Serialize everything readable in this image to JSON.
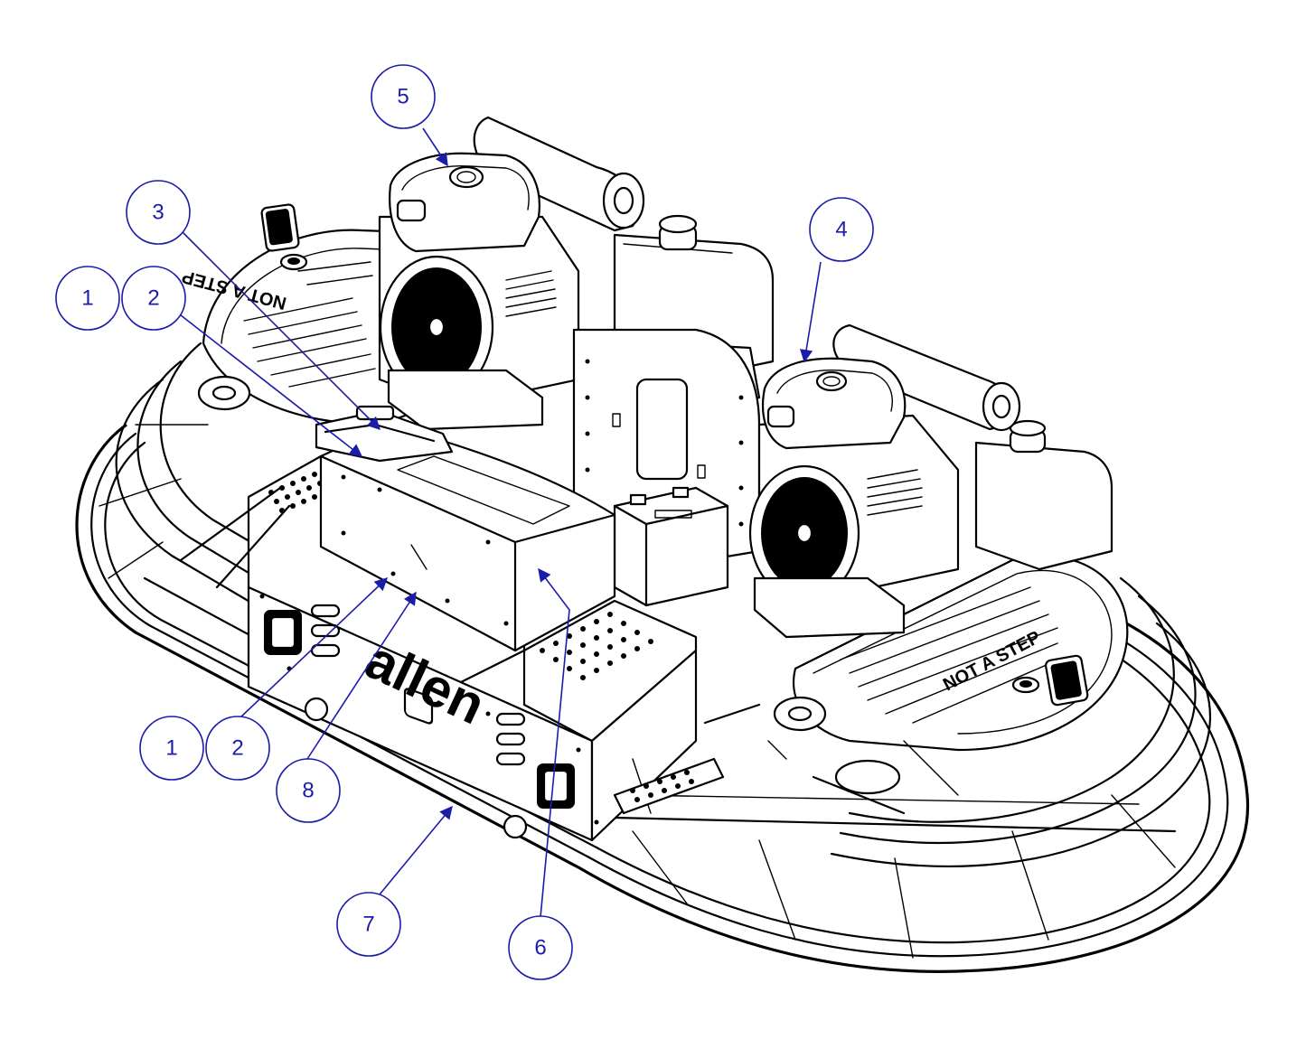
{
  "diagram": {
    "brand_text": "allen",
    "decal_left": "NOT A STEP",
    "decal_right": "NOT A STEP",
    "callouts": [
      {
        "id": "c1a",
        "label": "1"
      },
      {
        "id": "c2a",
        "label": "2"
      },
      {
        "id": "c3",
        "label": "3"
      },
      {
        "id": "c4",
        "label": "4"
      },
      {
        "id": "c5",
        "label": "5"
      },
      {
        "id": "c1b",
        "label": "1"
      },
      {
        "id": "c2b",
        "label": "2"
      },
      {
        "id": "c8",
        "label": "8"
      },
      {
        "id": "c7",
        "label": "7"
      },
      {
        "id": "c6",
        "label": "6"
      }
    ],
    "colors": {
      "callout": "#1c1caa",
      "linework": "#000000",
      "background": "#ffffff"
    }
  }
}
